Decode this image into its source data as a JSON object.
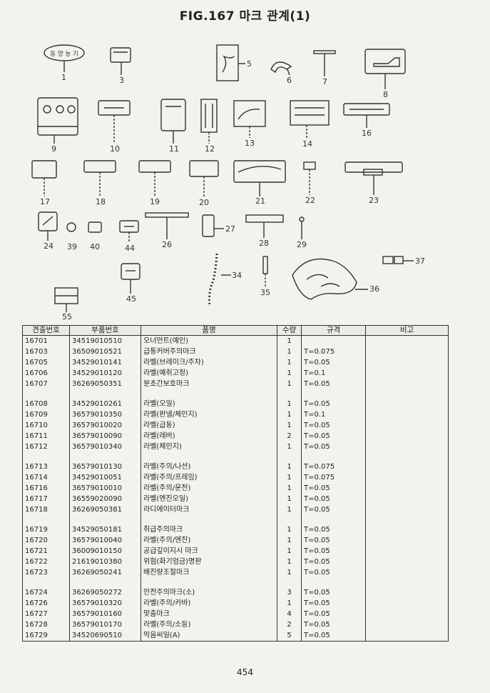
{
  "title": "FIG.167 마크 관계(1)",
  "figure": {
    "part1_label": "동 양 농 기",
    "callouts": [
      "1",
      "3",
      "5",
      "6",
      "7",
      "8",
      "9",
      "10",
      "11",
      "12",
      "13",
      "14",
      "16",
      "17",
      "18",
      "19",
      "20",
      "21",
      "22",
      "23",
      "24",
      "39",
      "40",
      "44",
      "26",
      "27",
      "28",
      "29",
      "34",
      "35",
      "36",
      "37",
      "45",
      "55"
    ]
  },
  "table": {
    "headers": [
      "견출번호",
      "부품번호",
      "품명",
      "수량",
      "규격",
      "비고"
    ],
    "groups": [
      [
        {
          "ref": "16701",
          "part_no": "34519010510",
          "name": "오너먼트(예인)",
          "qty": "1",
          "spec": "",
          "note": ""
        },
        {
          "ref": "16703",
          "part_no": "36509010521",
          "name": "급통커버주의마크",
          "qty": "1",
          "spec": "T=0.075",
          "note": ""
        },
        {
          "ref": "16705",
          "part_no": "34529010141",
          "name": "라벨(브레이크/주차)",
          "qty": "1",
          "spec": "T=0.05",
          "note": ""
        },
        {
          "ref": "16706",
          "part_no": "34529010120",
          "name": "라벨(예취고정)",
          "qty": "1",
          "spec": "T=0.1",
          "note": ""
        },
        {
          "ref": "16707",
          "part_no": "36269050351",
          "name": "분초간보호마크",
          "qty": "1",
          "spec": "T=0.05",
          "note": ""
        }
      ],
      [
        {
          "ref": "16708",
          "part_no": "34529010261",
          "name": "라벨(오일)",
          "qty": "1",
          "spec": "T=0.05",
          "note": ""
        },
        {
          "ref": "16709",
          "part_no": "36579010350",
          "name": "라벨(판넬/체인지)",
          "qty": "1",
          "spec": "T=0.1",
          "note": ""
        },
        {
          "ref": "16710",
          "part_no": "36579010020",
          "name": "라벨(급동)",
          "qty": "1",
          "spec": "T=0.05",
          "note": ""
        },
        {
          "ref": "16711",
          "part_no": "36579010090",
          "name": "라벨(레버)",
          "qty": "2",
          "spec": "T=0.05",
          "note": ""
        },
        {
          "ref": "16712",
          "part_no": "36579010340",
          "name": "라벨(체인지)",
          "qty": "1",
          "spec": "T=0.05",
          "note": ""
        }
      ],
      [
        {
          "ref": "16713",
          "part_no": "36579010130",
          "name": "라벨(주의/나선)",
          "qty": "1",
          "spec": "T=0.075",
          "note": ""
        },
        {
          "ref": "16714",
          "part_no": "34529010051",
          "name": "라벨(주의/프레임)",
          "qty": "1",
          "spec": "T=0.075",
          "note": ""
        },
        {
          "ref": "16716",
          "part_no": "36579010010",
          "name": "라벨(주의/운전)",
          "qty": "1",
          "spec": "T=0.05",
          "note": ""
        },
        {
          "ref": "16717",
          "part_no": "36559020090",
          "name": "라벨(엔진오일)",
          "qty": "1",
          "spec": "T=0.05",
          "note": ""
        },
        {
          "ref": "16718",
          "part_no": "36269050381",
          "name": "라디에이터마크",
          "qty": "1",
          "spec": "T=0.05",
          "note": ""
        }
      ],
      [
        {
          "ref": "16719",
          "part_no": "34529050181",
          "name": "취급주의마크",
          "qty": "1",
          "spec": "T=0.05",
          "note": ""
        },
        {
          "ref": "16720",
          "part_no": "36579010040",
          "name": "라벨(주의/엔진)",
          "qty": "1",
          "spec": "T=0.05",
          "note": ""
        },
        {
          "ref": "16721",
          "part_no": "36009010150",
          "name": "공급깊이지시 마크",
          "qty": "1",
          "spec": "T=0.05",
          "note": ""
        },
        {
          "ref": "16722",
          "part_no": "21619010380",
          "name": "위험(화기엄금)명판",
          "qty": "1",
          "spec": "T=0.05",
          "note": ""
        },
        {
          "ref": "16723",
          "part_no": "36269050241",
          "name": "배진량조절마크",
          "qty": "1",
          "spec": "T=0.05",
          "note": ""
        }
      ],
      [
        {
          "ref": "16724",
          "part_no": "36269050272",
          "name": "안전주의마크(소)",
          "qty": "3",
          "spec": "T=0.05",
          "note": ""
        },
        {
          "ref": "16726",
          "part_no": "36579010320",
          "name": "라벨(주의/카바)",
          "qty": "1",
          "spec": "T=0.05",
          "note": ""
        },
        {
          "ref": "16727",
          "part_no": "36579010160",
          "name": "맞춤마크",
          "qty": "4",
          "spec": "T=0.05",
          "note": ""
        },
        {
          "ref": "16728",
          "part_no": "36579010170",
          "name": "라벨(주의/소등)",
          "qty": "2",
          "spec": "T=0.05",
          "note": ""
        },
        {
          "ref": "16729",
          "part_no": "34520690510",
          "name": "막음씨일(A)",
          "qty": "5",
          "spec": "T=0.05",
          "note": ""
        }
      ]
    ]
  },
  "page_number": "454"
}
